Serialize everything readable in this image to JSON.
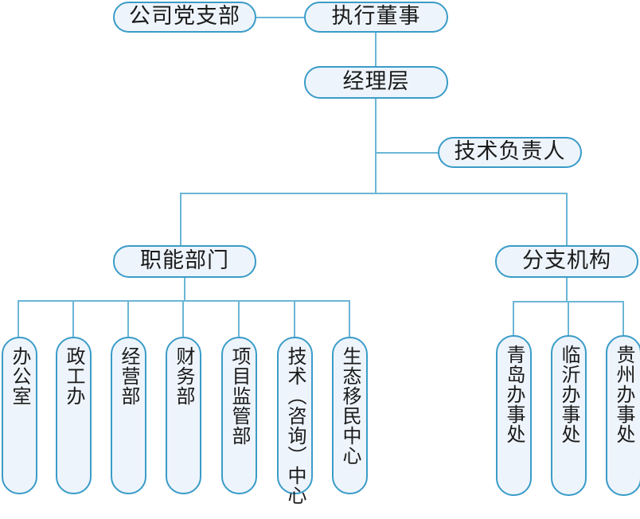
{
  "chart_data": {
    "type": "diagram",
    "title": "",
    "diagram_kind": "organizational-chart",
    "orientation": "top-down",
    "colors": {
      "node_fill": "#eef4fb",
      "node_border": "#3a9cc8",
      "connector": "#6bb6d6",
      "text": "#1a1a1a",
      "background": "#ffffff"
    },
    "nodes": [
      {
        "id": "party",
        "label": "公司党支部",
        "level": 0,
        "text_direction": "horizontal"
      },
      {
        "id": "exec",
        "label": "执行董事",
        "level": 0,
        "text_direction": "horizontal"
      },
      {
        "id": "manager",
        "label": "经理层",
        "level": 1,
        "text_direction": "horizontal"
      },
      {
        "id": "tech_lead",
        "label": "技术负责人",
        "level": 2,
        "text_direction": "horizontal"
      },
      {
        "id": "functional",
        "label": "职能部门",
        "level": 3,
        "text_direction": "horizontal"
      },
      {
        "id": "branch",
        "label": "分支机构",
        "level": 3,
        "text_direction": "horizontal"
      },
      {
        "id": "f1",
        "label": "办公室",
        "level": 4,
        "parent": "functional",
        "text_direction": "vertical"
      },
      {
        "id": "f2",
        "label": "政工办",
        "level": 4,
        "parent": "functional",
        "text_direction": "vertical"
      },
      {
        "id": "f3",
        "label": "经营部",
        "level": 4,
        "parent": "functional",
        "text_direction": "vertical"
      },
      {
        "id": "f4",
        "label": "财务部",
        "level": 4,
        "parent": "functional",
        "text_direction": "vertical"
      },
      {
        "id": "f5",
        "label": "项目监管部",
        "level": 4,
        "parent": "functional",
        "text_direction": "vertical"
      },
      {
        "id": "f6",
        "label": "技术（咨询）中心",
        "level": 4,
        "parent": "functional",
        "text_direction": "vertical"
      },
      {
        "id": "f7",
        "label": "生态移民中心",
        "level": 4,
        "parent": "functional",
        "text_direction": "vertical"
      },
      {
        "id": "b1",
        "label": "青岛办事处",
        "level": 4,
        "parent": "branch",
        "text_direction": "vertical"
      },
      {
        "id": "b2",
        "label": "临沂办事处",
        "level": 4,
        "parent": "branch",
        "text_direction": "vertical"
      },
      {
        "id": "b3",
        "label": "贵州办事处",
        "level": 4,
        "parent": "branch",
        "text_direction": "vertical"
      }
    ],
    "edges": [
      {
        "from": "party",
        "to": "exec",
        "style": "horizontal-link"
      },
      {
        "from": "exec",
        "to": "manager",
        "style": "vertical"
      },
      {
        "from": "manager",
        "to": "tech_lead",
        "style": "elbow-right"
      },
      {
        "from": "manager",
        "to": "functional",
        "style": "bus"
      },
      {
        "from": "manager",
        "to": "branch",
        "style": "bus"
      },
      {
        "from": "functional",
        "to": "f1",
        "style": "bus"
      },
      {
        "from": "functional",
        "to": "f2",
        "style": "bus"
      },
      {
        "from": "functional",
        "to": "f3",
        "style": "bus"
      },
      {
        "from": "functional",
        "to": "f4",
        "style": "bus"
      },
      {
        "from": "functional",
        "to": "f5",
        "style": "bus"
      },
      {
        "from": "functional",
        "to": "f6",
        "style": "bus"
      },
      {
        "from": "functional",
        "to": "f7",
        "style": "bus"
      },
      {
        "from": "branch",
        "to": "b1",
        "style": "bus"
      },
      {
        "from": "branch",
        "to": "b2",
        "style": "bus"
      },
      {
        "from": "branch",
        "to": "b3",
        "style": "bus"
      }
    ]
  },
  "top": {
    "party_label": "公司党支部",
    "exec_label": "执行董事",
    "manager_label": "经理层",
    "tech_lead_label": "技术负责人"
  },
  "groups": {
    "functional_label": "职能部门",
    "branch_label": "分支机构"
  },
  "functional_departments": [
    {
      "label": "办公室"
    },
    {
      "label": "政工办"
    },
    {
      "label": "经营部"
    },
    {
      "label": "财务部"
    },
    {
      "label": "项目监管部"
    },
    {
      "label": "技术（咨询）中心"
    },
    {
      "label": "生态移民中心"
    }
  ],
  "branch_offices": [
    {
      "label": "青岛办事处"
    },
    {
      "label": "临沂办事处"
    },
    {
      "label": "贵州办事处"
    }
  ]
}
